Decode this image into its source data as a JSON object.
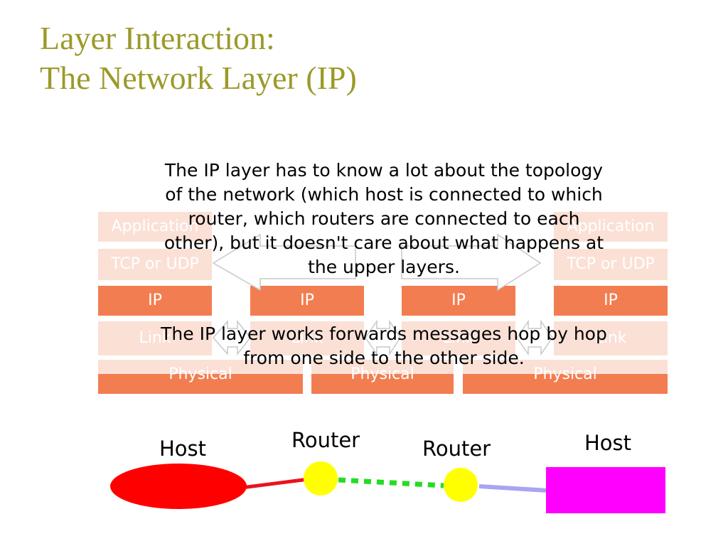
{
  "title": {
    "line1": "Layer Interaction:",
    "line2": "The Network Layer (IP)"
  },
  "stack_layers": {
    "application": "Application",
    "tcp_udp": "TCP or UDP",
    "ip": "IP",
    "link": "Link",
    "physical": "Physical"
  },
  "text_block_1": {
    "line1": "The IP layer has to know a lot about the topology",
    "line2": "of the network (which host is connected to which",
    "line3": "router, which routers are connected to each",
    "line4": "other), but it doesn't care about what happens at",
    "line5": "the upper layers."
  },
  "text_block_2": {
    "line1": "The IP layer works forwards messages hop by hop",
    "line2": "from one side to the other side."
  },
  "topology": {
    "host_left": "Host",
    "router_1": "Router",
    "router_2": "Router",
    "host_right": "Host"
  },
  "colors": {
    "title": "#9b9a2a",
    "layer_solid": "#f27d50",
    "layer_faded": "#fbe0d6",
    "host_left": "#ff0000",
    "router": "#ffff00",
    "host_right": "#ff00ff",
    "link_red": "#e8141c",
    "link_green": "#22dd22",
    "link_lavender": "#a9a4f2"
  }
}
